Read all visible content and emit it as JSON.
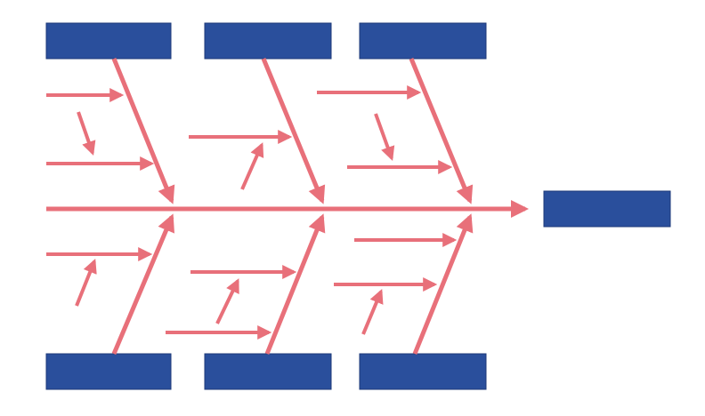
{
  "diagram": {
    "type": "fishbone",
    "colors": {
      "background": "#ffffff",
      "arrow": "#e8707a",
      "box": "#2a4f9c",
      "box_border": "#1d3a78"
    },
    "head": {
      "label": ""
    },
    "categories": [
      {
        "position": "top-left",
        "label": ""
      },
      {
        "position": "top-middle",
        "label": ""
      },
      {
        "position": "top-right",
        "label": ""
      },
      {
        "position": "bottom-left",
        "label": ""
      },
      {
        "position": "bottom-middle",
        "label": ""
      },
      {
        "position": "bottom-right",
        "label": ""
      }
    ]
  }
}
